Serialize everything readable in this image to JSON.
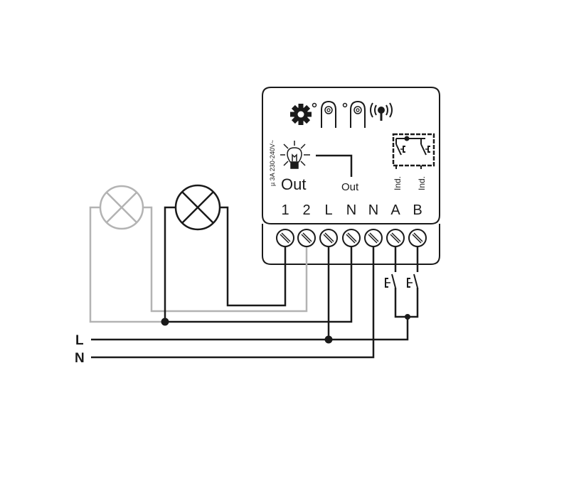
{
  "diagram": {
    "type": "wiring-diagram",
    "device": {
      "rating_text": "µ 3A 230-240V~",
      "output_label_large": "Out",
      "output_label_small": "Out",
      "switch_input_labels": [
        "Ind.",
        "Ind."
      ],
      "icons": [
        "gear-icon",
        "touch-button-icon",
        "touch-button-icon",
        "wireless-signal-icon",
        "light-bulb-icon",
        "switch-pair-icon"
      ],
      "terminals": [
        "1",
        "2",
        "L",
        "N",
        "N",
        "A",
        "B"
      ]
    },
    "lamps": [
      {
        "name": "lamp-1",
        "color": "#b3b3b3"
      },
      {
        "name": "lamp-2",
        "color": "#1a1a1a"
      }
    ],
    "mains": {
      "line_label": "L",
      "neutral_label": "N"
    },
    "switches": [
      "push-button-A",
      "push-button-B"
    ],
    "colors": {
      "wire_primary": "#1a1a1a",
      "wire_secondary": "#b3b3b3",
      "background": "#ffffff"
    }
  }
}
